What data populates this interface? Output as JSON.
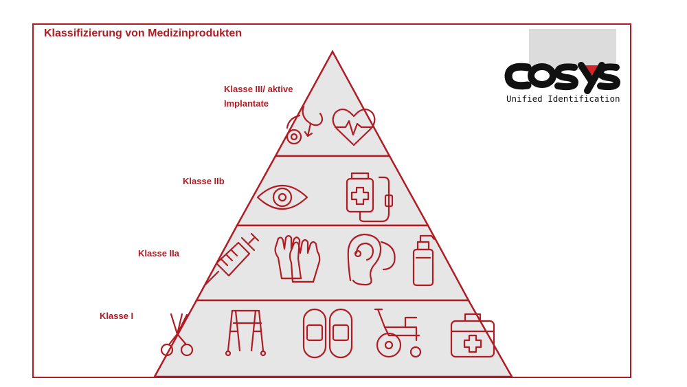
{
  "title": "Klassifizierung von Medizinprodukten",
  "levels": {
    "class3": "Klasse III/ aktive Implantate",
    "class2b": "Klasse IIb",
    "class2a": "Klasse IIa",
    "class1": "Klasse I"
  },
  "logo": {
    "tagline": "Unified Identification",
    "brand": "COSYS",
    "color_dark": "#111111",
    "color_accent": "#d8232a"
  },
  "colors": {
    "accent": "#b01c24",
    "tier_fill": "#e6e6e6",
    "border": "#b01c24"
  },
  "icons": {
    "class3": [
      "breast-implant-icon",
      "heart-monitor-icon"
    ],
    "class2b": [
      "eye-icon",
      "infusion-bag-icon"
    ],
    "class2a": [
      "syringe-icon",
      "gloves-icon",
      "hearing-aid-icon",
      "spray-bottle-icon"
    ],
    "class1": [
      "scissors-icon",
      "walker-icon",
      "plasters-icon",
      "wheelchair-icon",
      "first-aid-kit-icon"
    ]
  }
}
